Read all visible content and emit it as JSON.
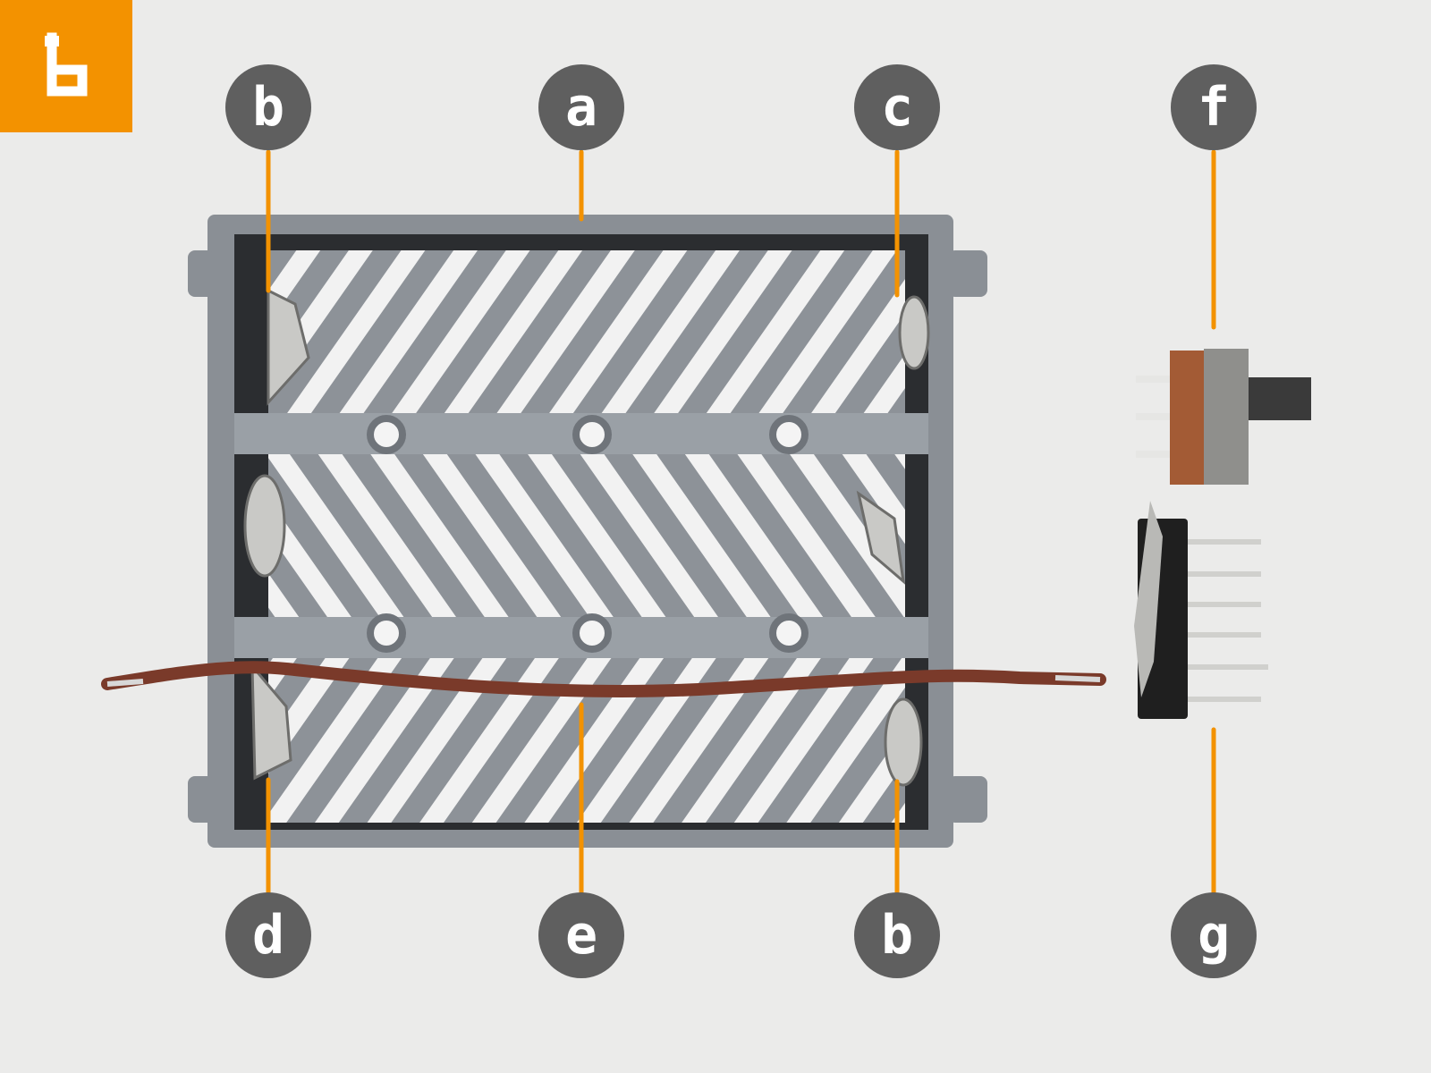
{
  "step": {
    "icon": "step-b-glyph-icon",
    "color": "#f39200"
  },
  "callouts": [
    {
      "id": "a",
      "label": "a"
    },
    {
      "id": "b-top",
      "label": "b"
    },
    {
      "id": "c",
      "label": "c"
    },
    {
      "id": "f",
      "label": "f"
    },
    {
      "id": "d",
      "label": "d"
    },
    {
      "id": "e",
      "label": "e"
    },
    {
      "id": "b-bottom",
      "label": "b"
    },
    {
      "id": "g",
      "label": "g"
    }
  ],
  "colors": {
    "background": "#ebebea",
    "callout_fill": "#5f5f5f",
    "callout_text": "#ffffff",
    "leader_line": "#f39200",
    "frame_plastic": "#8a8f95",
    "wire": "#7a3a2a"
  }
}
